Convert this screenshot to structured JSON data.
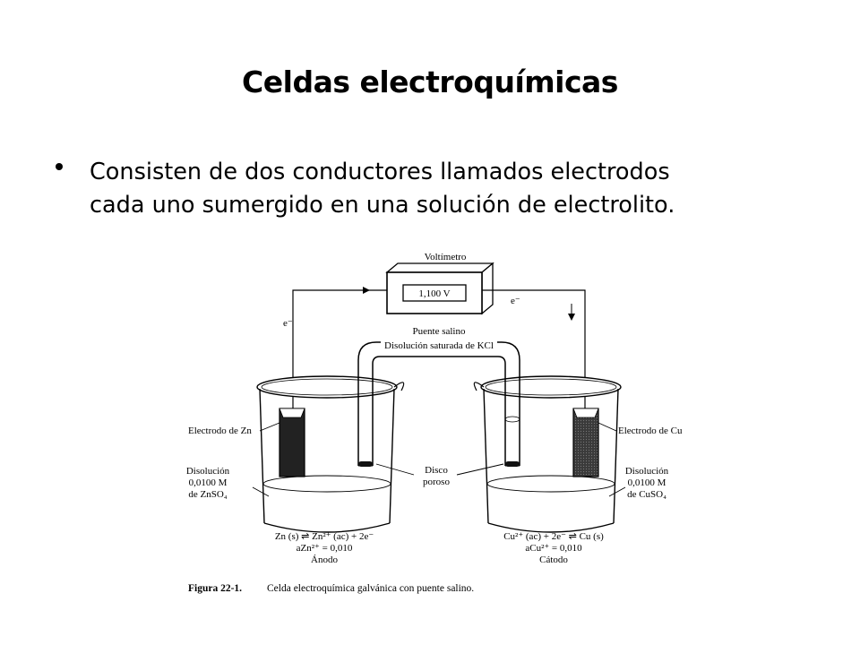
{
  "slide": {
    "title": "Celdas electroquímicas",
    "bullets": [
      {
        "line1": "Consisten de dos conductores llamados electrodos",
        "line2": "cada uno sumergido en una solución de electrolito."
      }
    ]
  },
  "figure": {
    "voltmeter_label": "Voltímetro",
    "voltmeter_reading": "1,100 V",
    "electron_left": "e⁻",
    "electron_right": "e⁻",
    "salt_bridge": "Puente salino",
    "salt_bridge_solution": "Disolución saturada de KCl",
    "zn_electrode": "Electrodo de Zn",
    "cu_electrode": "Electrodo de Cu",
    "left_solution": {
      "line1": "Disolución",
      "line2": "0,0100 M",
      "line3": "de ZnSO₄"
    },
    "right_solution": {
      "line1": "Disolución",
      "line2": "0,0100 M",
      "line3": "de CuSO₄"
    },
    "porous_disk": {
      "line1": "Disco",
      "line2": "poroso"
    },
    "anode": {
      "reaction": "Zn (s) ⇌ Zn²⁺ (ac) + 2e⁻",
      "activity": "aZn²⁺ = 0,010",
      "name": "Ánodo"
    },
    "cathode": {
      "reaction": "Cu²⁺ (ac) + 2e⁻ ⇌ Cu (s)",
      "activity": "aCu²⁺ = 0,010",
      "name": "Cátodo"
    },
    "caption_label": "Figura 22-1.",
    "caption_text": "Celda electroquímica galvánica con puente salino."
  }
}
